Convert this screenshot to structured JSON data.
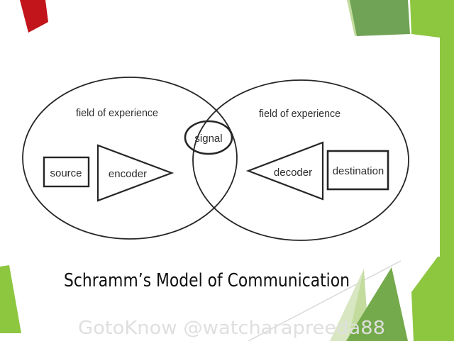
{
  "slide": {
    "title": "Schramm’s Model of Communication",
    "watermark": "GotoKnow @watcharapreeda88"
  },
  "diagram": {
    "left_field_label": "field of experience",
    "right_field_label": "field of experience",
    "signal_label": "signal",
    "source_label": "source",
    "encoder_label": "encoder",
    "decoder_label": "decoder",
    "destination_label": "destination"
  },
  "theme_colors": {
    "bright_green": "#8dc63f",
    "sage_green": "#70a355",
    "medium_green": "#74aa4b",
    "pale_green": "#d8e6c2",
    "light_green": "#c3dc9e",
    "red_accent": "#c2151b",
    "hairline_gray": "#d8d8d8",
    "diagram_stroke": "#262626"
  }
}
